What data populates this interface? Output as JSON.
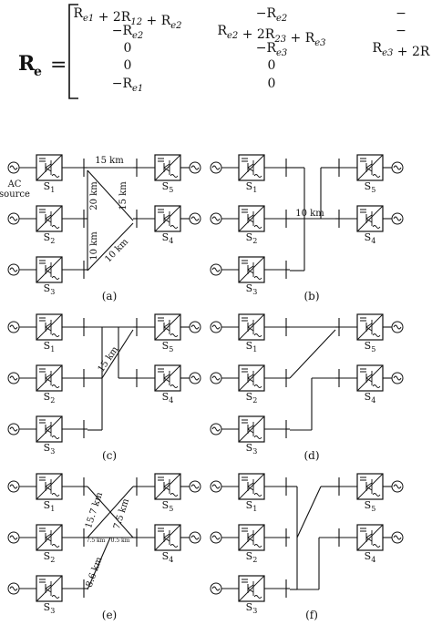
{
  "equation": {
    "lhs": "R",
    "lhs_sub": "e",
    "equals": "=",
    "rows": [
      [
        "R_{e1} + 2R_{12} + R_{e2}",
        "−R_{e2}",
        "−"
      ],
      [
        "−R_{e2}",
        "R_{e2} + 2R_{23} + R_{e3}",
        "−"
      ],
      [
        "0",
        "−R_{e3}",
        "R_{e3} + 2R"
      ],
      [
        "0",
        "0",
        ""
      ],
      [
        "−R_{e1}",
        "0",
        ""
      ]
    ]
  },
  "labels": {
    "ac_source": "AC source",
    "s": "S",
    "subs": [
      "1",
      "2",
      "3",
      "4",
      "5"
    ]
  },
  "panels": [
    {
      "letter": "(a)",
      "distances": [
        "15 km",
        "20 km",
        "15 km",
        "10 km",
        "10 km"
      ]
    },
    {
      "letter": "(b)",
      "distances": [
        "10 km"
      ]
    },
    {
      "letter": "(c)",
      "distances": [
        "15 km"
      ]
    },
    {
      "letter": "(d)",
      "distances": []
    },
    {
      "letter": "(e)",
      "distances": [
        "15.7 km",
        "7.5 km",
        "7.5 km",
        "0.5 km",
        "8.6 km"
      ]
    },
    {
      "letter": "(f)",
      "distances": []
    }
  ]
}
